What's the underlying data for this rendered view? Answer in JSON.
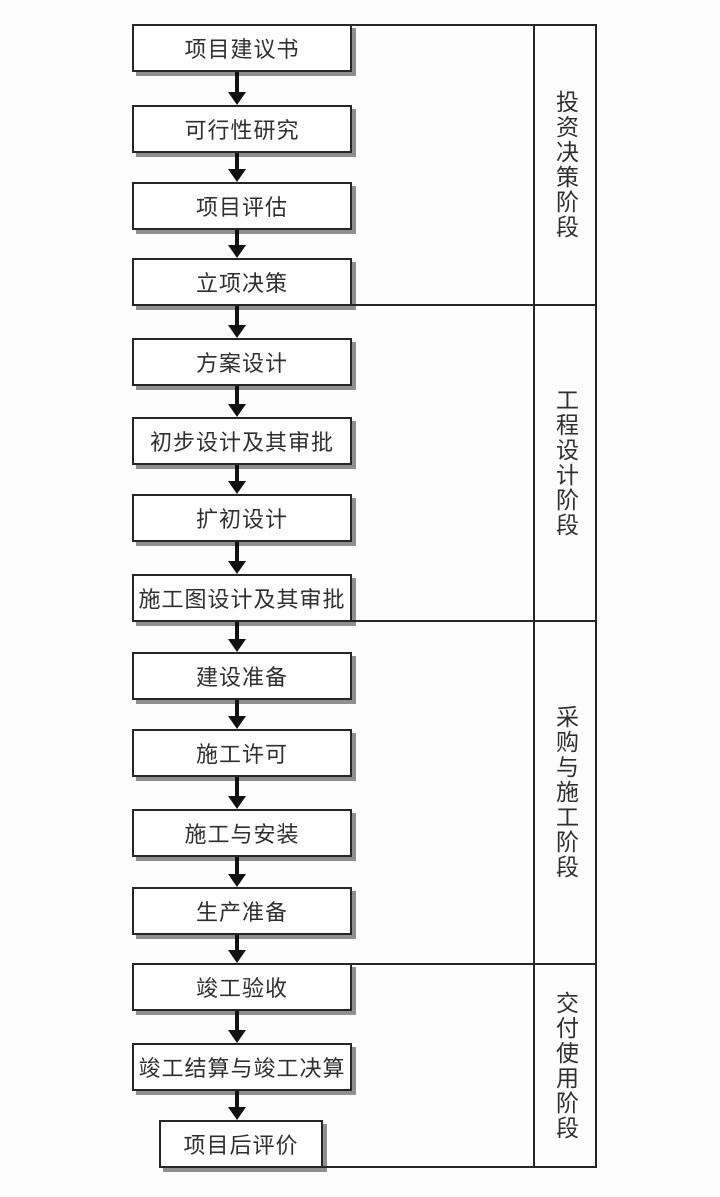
{
  "flowchart": {
    "steps": [
      {
        "label": "项目建议书"
      },
      {
        "label": "可行性研究"
      },
      {
        "label": "项目评估"
      },
      {
        "label": "立项决策"
      },
      {
        "label": "方案设计"
      },
      {
        "label": "初步设计及其审批"
      },
      {
        "label": "扩初设计"
      },
      {
        "label": "施工图设计及其审批"
      },
      {
        "label": "建设准备"
      },
      {
        "label": "施工许可"
      },
      {
        "label": "施工与安装"
      },
      {
        "label": "生产准备"
      },
      {
        "label": "竣工验收"
      },
      {
        "label": "竣工结算与竣工决算"
      },
      {
        "label": "项目后评价"
      }
    ],
    "phases": [
      {
        "label": "投资决策阶段",
        "step_span": [
          1,
          4
        ]
      },
      {
        "label": "工程设计阶段",
        "step_span": [
          5,
          8
        ]
      },
      {
        "label": "采购与施工阶段",
        "step_span": [
          9,
          12
        ]
      },
      {
        "label": "交付使用阶段",
        "step_span": [
          13,
          15
        ]
      }
    ]
  },
  "colors": {
    "line": "#262626",
    "box_fill": "#fefefe",
    "shadow": "#8f8f8f",
    "text": "#2f2f2f",
    "background": "#fdfdfd"
  }
}
